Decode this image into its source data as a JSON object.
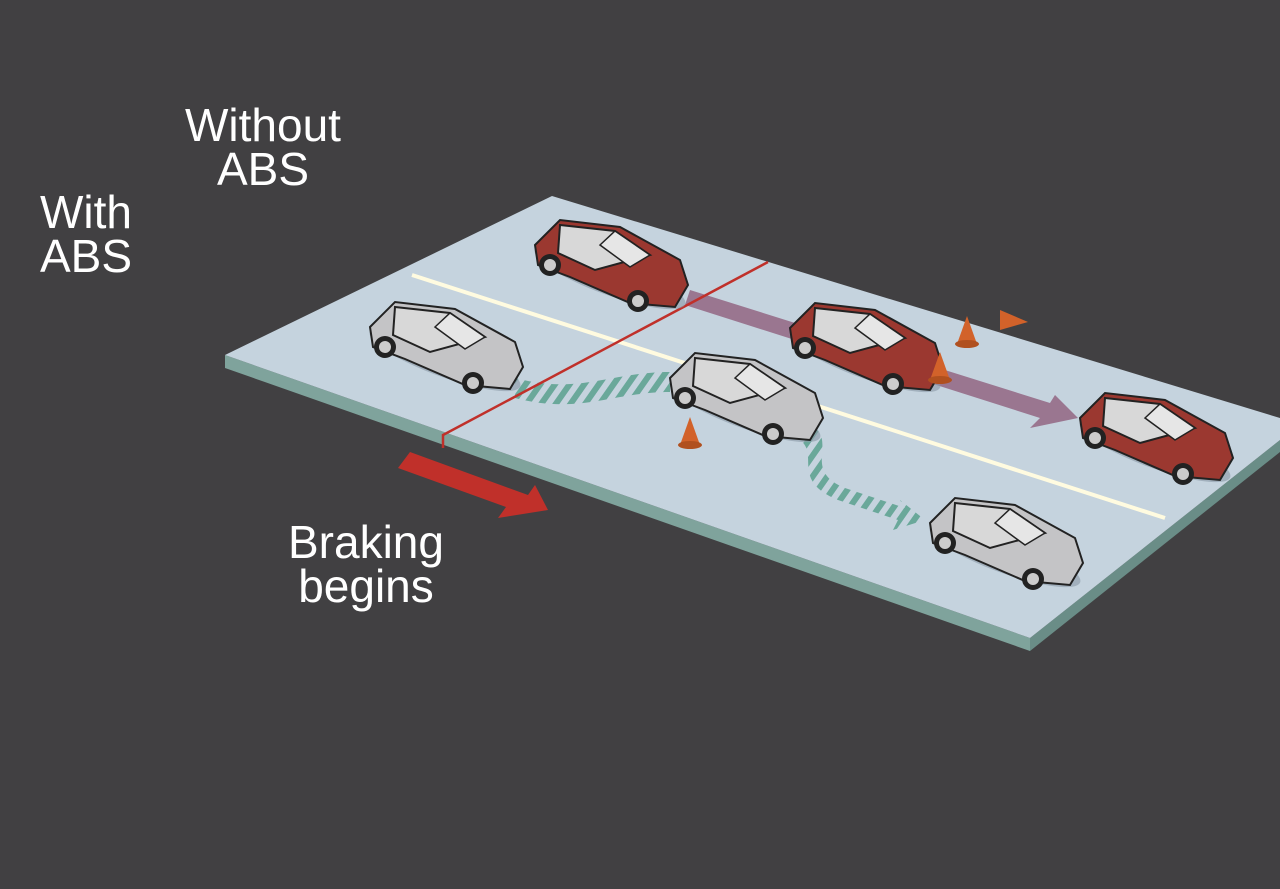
{
  "labels": {
    "without_abs": [
      "Without",
      "ABS"
    ],
    "with_abs": [
      "With",
      "ABS"
    ],
    "braking": [
      "Braking",
      "begins"
    ]
  },
  "colors": {
    "background": "#414042",
    "road_top": "#c5d3de",
    "road_side": "#7fa39c",
    "lane_line": "#fffbe0",
    "red_car": "#9b3830",
    "silver_car": "#c4c4c6",
    "braking_line": "#c0302a",
    "skid_path": "#9a7690",
    "abs_path": "#6aa89a",
    "cone": "#d2622a"
  }
}
